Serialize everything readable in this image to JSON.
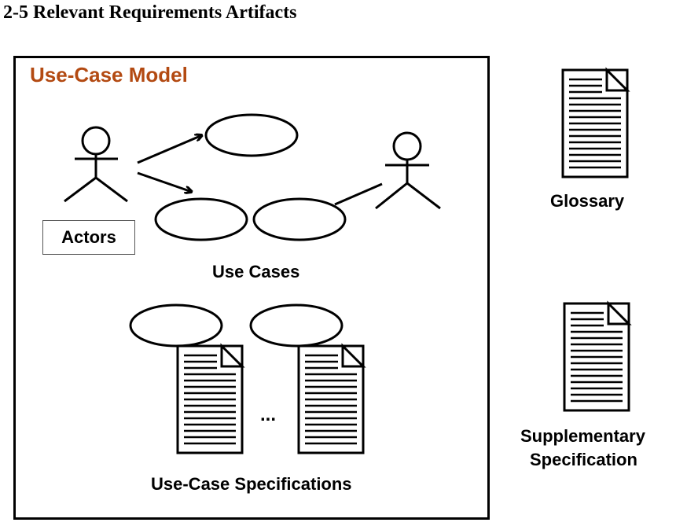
{
  "title": "2-5 Relevant Requirements Artifacts",
  "model": {
    "title": "Use-Case Model",
    "actors_label": "Actors",
    "use_cases_label": "Use Cases",
    "ellipsis": "...",
    "specs_label": "Use-Case Specifications"
  },
  "glossary": {
    "label": "Glossary"
  },
  "supplementary": {
    "line1": "Supplementary",
    "line2": "Specification"
  },
  "colors": {
    "model_title": "#b34a12"
  }
}
